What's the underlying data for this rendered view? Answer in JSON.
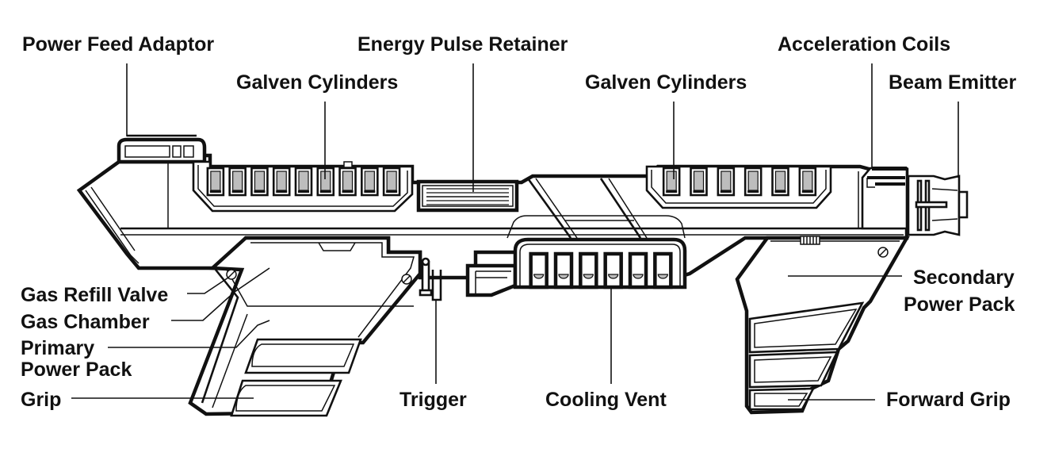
{
  "diagram": {
    "subject": "Blaster rifle technical cutaway",
    "colors": {
      "ink": "#111111",
      "paper": "#ffffff",
      "coil_fill": "#bdbdbd"
    },
    "labels": {
      "power_feed_adaptor": "Power Feed Adaptor",
      "galven_cylinders_rear": "Galven Cylinders",
      "energy_pulse_retainer": "Energy Pulse Retainer",
      "galven_cylinders_front": "Galven Cylinders",
      "acceleration_coils": "Acceleration Coils",
      "beam_emitter": "Beam Emitter",
      "gas_refill_valve": "Gas Refill Valve",
      "gas_chamber": "Gas Chamber",
      "primary_power_pack_line1": "Primary",
      "primary_power_pack_line2": "Power Pack",
      "grip": "Grip",
      "trigger": "Trigger",
      "cooling_vent": "Cooling Vent",
      "secondary_power_pack_line1": "Secondary",
      "secondary_power_pack_line2": "Power Pack",
      "forward_grip": "Forward Grip"
    },
    "components": {
      "rear_galven_cylinder_count": 9,
      "front_galven_cylinder_count": 6,
      "cooling_vent_slot_count": 6,
      "energy_pulse_retainer_line_count": 5,
      "primary_grip_panel_count": 2,
      "forward_grip_panel_count": 3
    }
  }
}
